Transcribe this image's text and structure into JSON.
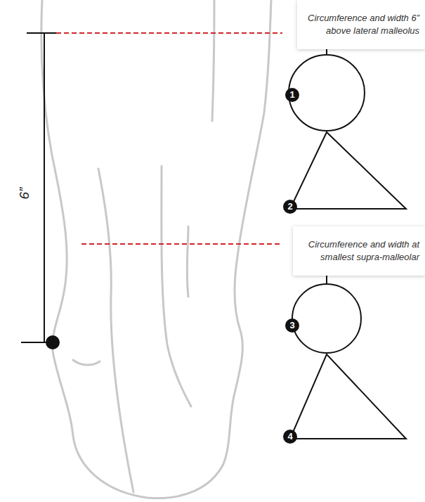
{
  "diagram": {
    "nodes": [
      {
        "text": [
          "Circumference and width 6” above lateral malleolus"
        ]
      },
      {
        "text": [
          "1"
        ]
      },
      {
        "text": [
          "2"
        ]
      },
      {
        "text": [
          "Circumference and width at smallest supra-malleolar"
        ]
      },
      {
        "text": [
          "3"
        ]
      },
      {
        "text": [
          "4"
        ]
      }
    ],
    "edges": [
      {
        "from": 0,
        "to": 1,
        "arrow": "none"
      },
      {
        "from": 1,
        "to": 2,
        "arrow": "none"
      },
      {
        "from": 3,
        "to": 4,
        "arrow": "none"
      },
      {
        "from": 4,
        "to": 5,
        "arrow": "none"
      }
    ],
    "labels": [
      "6”"
    ]
  }
}
